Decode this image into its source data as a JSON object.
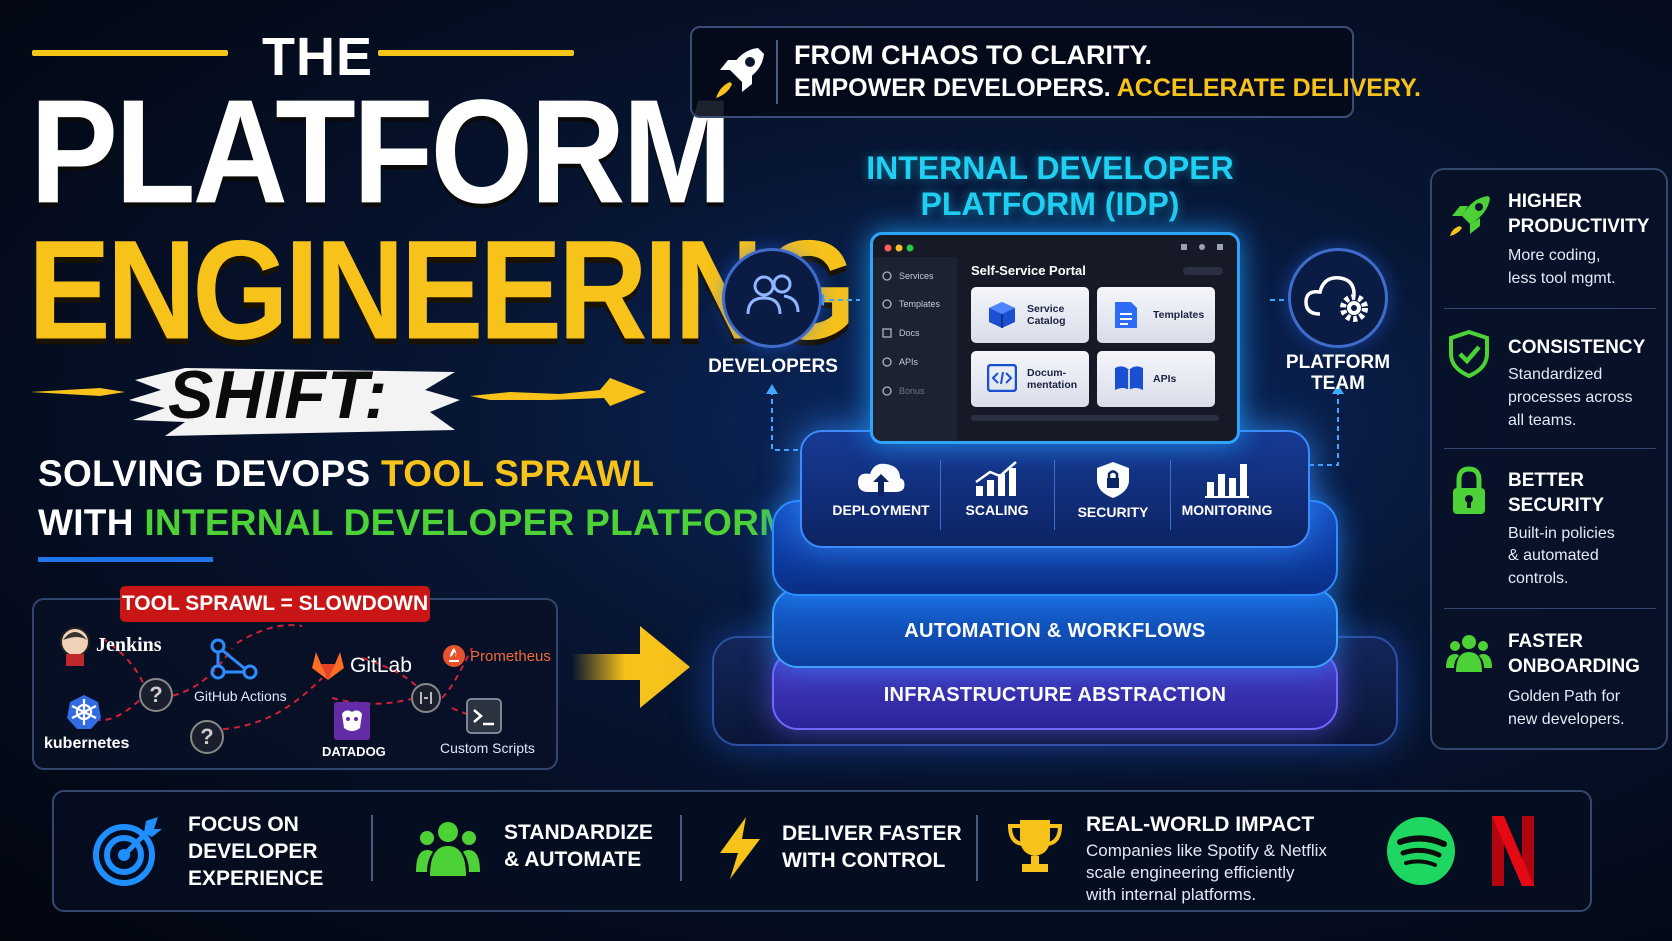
{
  "title": {
    "the": "THE",
    "platform": "PLATFORM",
    "engineering": "ENGINEERING",
    "shift": "SHIFT:"
  },
  "subtitle": {
    "line1_a": "SOLVING DEVOPS ",
    "line1_b": "TOOL SPRAWL",
    "line2_a": "WITH ",
    "line2_b": "INTERNAL DEVELOPER PLATFORMS"
  },
  "sprawl": {
    "badge": "TOOL SPRAWL = SLOWDOWN",
    "tools": [
      "Jenkins",
      "GitHub Actions",
      "GitLab",
      "Prometheus",
      "kubernetes",
      "DATADOG",
      "Custom Scripts"
    ],
    "unknown": "?"
  },
  "banner": {
    "line1": "FROM CHAOS TO CLARITY.",
    "line2_a": "EMPOWER DEVELOPERS. ",
    "line2_b": "ACCELERATE DELIVERY."
  },
  "idp": {
    "title_line1": "INTERNAL DEVELOPER",
    "title_line2": "PLATFORM (IDP)",
    "developers": "DEVELOPERS",
    "platform_team_1": "PLATFORM",
    "platform_team_2": "TEAM",
    "portal": {
      "title": "Self-Service Portal",
      "nav": [
        "Services",
        "Templates",
        "Docs",
        "APIs",
        "Bonus"
      ],
      "tiles": [
        "Service Catalog",
        "Templates",
        "Docum- mentation",
        "APIs"
      ]
    },
    "capabilities": [
      "DEPLOYMENT",
      "SCALING",
      "SECURITY",
      "MONITORING"
    ],
    "layers": [
      "AUTOMATION & WORKFLOWS",
      "INFRASTRUCTURE ABSTRACTION"
    ]
  },
  "benefits": [
    {
      "title": [
        "HIGHER",
        "PRODUCTIVITY"
      ],
      "desc": [
        "More coding,",
        "less tool mgmt."
      ],
      "icon": "rocket-icon"
    },
    {
      "title": [
        "CONSISTENCY"
      ],
      "desc": [
        "Standardized",
        "processes across",
        "all teams."
      ],
      "icon": "shield-check-icon"
    },
    {
      "title": [
        "BETTER",
        "SECURITY"
      ],
      "desc": [
        "Built-in policies",
        "& automated",
        "controls."
      ],
      "icon": "lock-icon"
    },
    {
      "title": [
        "FASTER",
        "ONBOARDING"
      ],
      "desc": [
        "Golden Path for",
        "new developers."
      ],
      "icon": "people-icon"
    }
  ],
  "bottom": {
    "focus": [
      "FOCUS ON",
      "DEVELOPER",
      "EXPERIENCE"
    ],
    "standardize": [
      "STANDARDIZE",
      "& AUTOMATE"
    ],
    "deliver": [
      "DELIVER FASTER",
      "WITH CONTROL"
    ],
    "impact_title": "REAL-WORLD IMPACT",
    "impact_desc": [
      "Companies like Spotify & Netflix",
      "scale engineering efficiently",
      "with internal platforms."
    ]
  },
  "colors": {
    "yellow": "#f7c21a",
    "green": "#4cd137",
    "cyan": "#1fd0f2",
    "red_badge": "#c81616",
    "spotify": "#1ed760",
    "netflix": "#e50914"
  }
}
